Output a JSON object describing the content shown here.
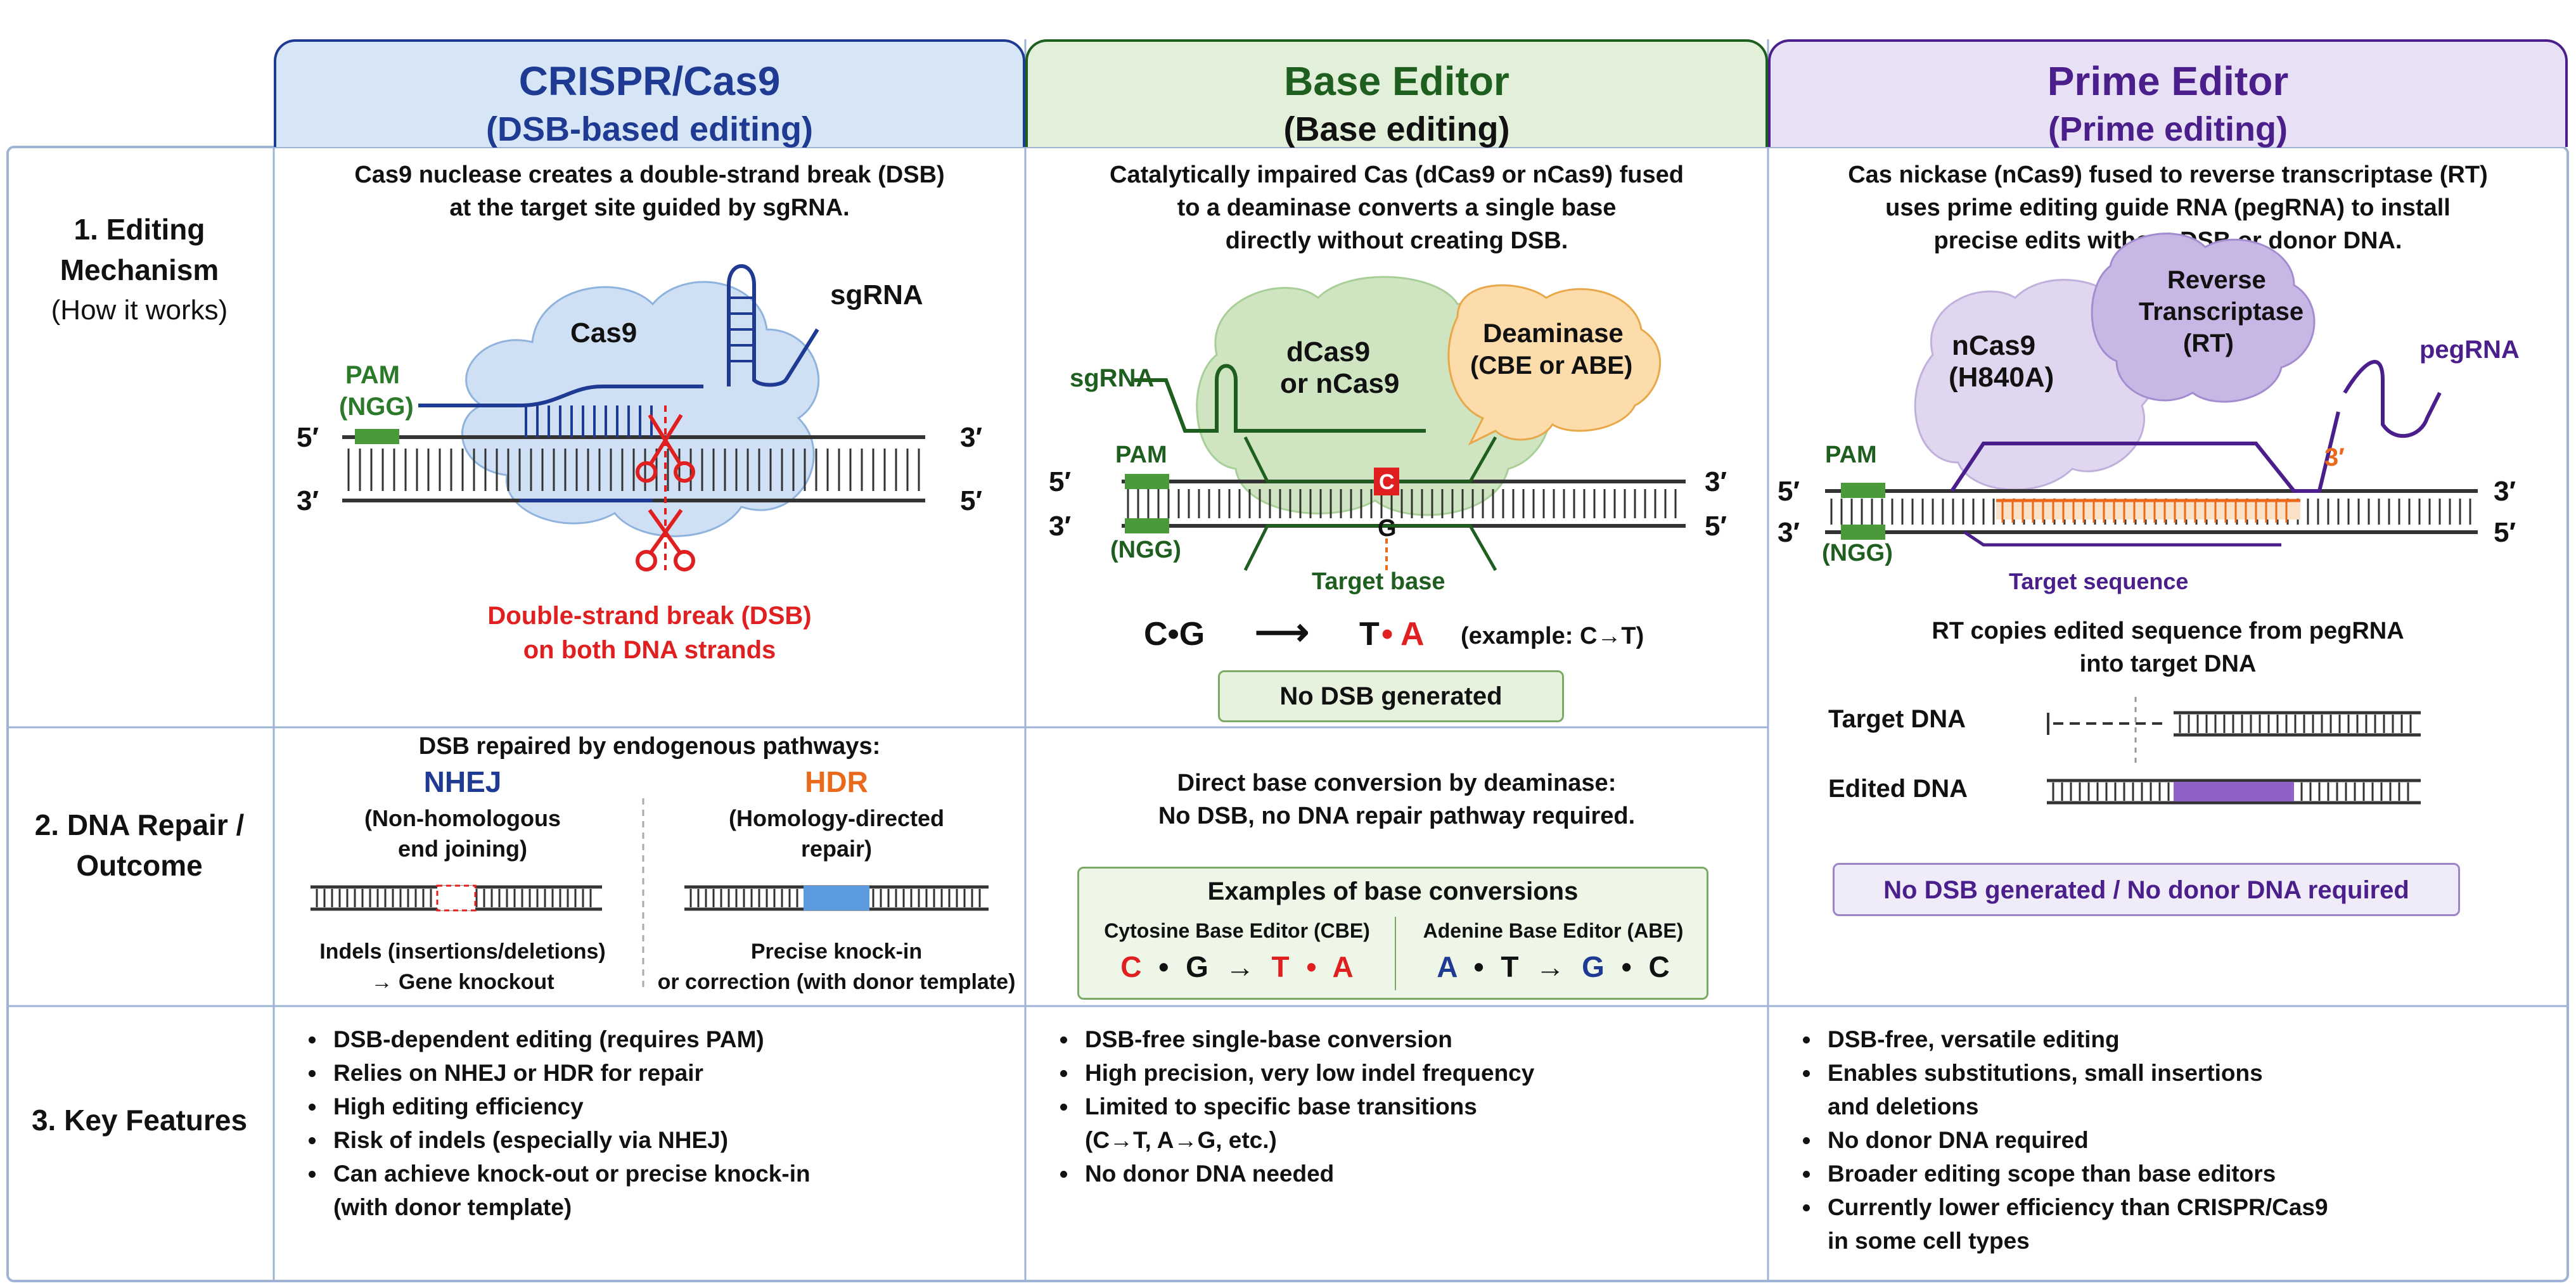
{
  "colors": {
    "cas9_blue": "#1f3a93",
    "base_green": "#1e5e1e",
    "prime_purple": "#4a1f8c",
    "red": "#e02020",
    "orange": "#e86a1a",
    "header_blue_bg": "#d6e6f6",
    "header_green_bg": "#e2f0da",
    "header_purple_bg": "#e8e0f4"
  },
  "columns": [
    {
      "title": "CRISPR/Cas9",
      "subtitle": "(DSB-based editing)"
    },
    {
      "title": "Base Editor",
      "subtitle": "(Base editing)"
    },
    {
      "title": "Prime Editor",
      "subtitle": "(Prime editing)"
    }
  ],
  "rows": [
    {
      "label": "1. Editing\nMechanism",
      "sublabel": "(How it works)"
    },
    {
      "label": "2. DNA Repair /\nOutcome"
    },
    {
      "label": "3. Key Features"
    }
  ],
  "cas9": {
    "mechanism": "Cas9 nuclease creates a double-strand break (DSB)\nat the target site guided by sgRNA.",
    "protein": "Cas9",
    "sgrna": "sgRNA",
    "pam": "PAM",
    "ngg": "(NGG)",
    "end5": "5′",
    "end3": "3′",
    "dsb_caption": "Double-strand break (DSB)\non both DNA strands",
    "repair_title": "DSB repaired by endogenous pathways:",
    "nhej": {
      "name": "NHEJ",
      "full": "(Non-homologous\nend joining)",
      "outcome": "Indels (insertions/deletions)\n→ Gene knockout"
    },
    "hdr": {
      "name": "HDR",
      "full": "(Homology-directed\nrepair)",
      "outcome": "Precise knock-in\nor correction (with donor template)"
    },
    "features": [
      "DSB-dependent editing (requires PAM)",
      "Relies on NHEJ or HDR for repair",
      "High editing efficiency",
      "Risk of indels (especially via NHEJ)",
      "Can achieve knock-out or precise knock-in",
      "(with donor template)"
    ]
  },
  "base": {
    "mechanism": "Catalytically impaired Cas (dCas9 or nCas9) fused\nto a deaminase converts a single base\ndirectly without creating DSB.",
    "protein": "dCas9\nor nCas9",
    "deaminase": "Deaminase\n(CBE or ABE)",
    "sgrna": "sgRNA",
    "pam": "PAM",
    "ngg": "(NGG)",
    "base_top": "C",
    "base_bottom": "G",
    "target_label": "Target base",
    "conv_left": "C•G",
    "conv_arrow": "⟶",
    "conv_right_t": "T",
    "conv_right_dot": "•",
    "conv_right_a": "A",
    "conv_example": "(example: C→T)",
    "no_dsb": "No DSB generated",
    "repair_text": "Direct base conversion by deaminase:\nNo DSB, no DNA repair pathway required.",
    "examples_title": "Examples of base conversions",
    "cbe_label": "Cytosine Base Editor (CBE)",
    "abe_label": "Adenine Base Editor (ABE)",
    "cbe_conv": [
      "C",
      "•",
      "G",
      "→",
      "T",
      "•",
      "A"
    ],
    "abe_conv": [
      "A",
      "•",
      "T",
      "→",
      "G",
      "•",
      "C"
    ],
    "features": [
      "DSB-free single-base conversion",
      "High precision, very low indel frequency",
      "Limited to specific base transitions",
      "(C→T, A→G, etc.)",
      "No donor DNA needed"
    ]
  },
  "prime": {
    "mechanism": "Cas nickase (nCas9) fused to reverse transcriptase (RT)\nuses prime editing guide RNA (pegRNA) to install\nprecise edits without DSB or donor DNA.",
    "protein": "nCas9\n(H840A)",
    "rt": "Reverse\nTranscriptase\n(RT)",
    "pegrna": "pegRNA",
    "three_prime": "3′",
    "pam": "PAM",
    "ngg": "(NGG)",
    "target_seq": "Target sequence",
    "rt_caption": "RT copies edited sequence from pegRNA\ninto target DNA",
    "target_dna": "Target DNA",
    "edited_dna": "Edited DNA",
    "no_dsb": "No DSB generated / No donor DNA required",
    "features": [
      "DSB-free, versatile editing",
      "Enables substitutions, small insertions",
      "and deletions",
      "No donor DNA required",
      "Broader editing scope than base editors",
      "Currently lower efficiency than CRISPR/Cas9",
      "in some cell types"
    ]
  }
}
